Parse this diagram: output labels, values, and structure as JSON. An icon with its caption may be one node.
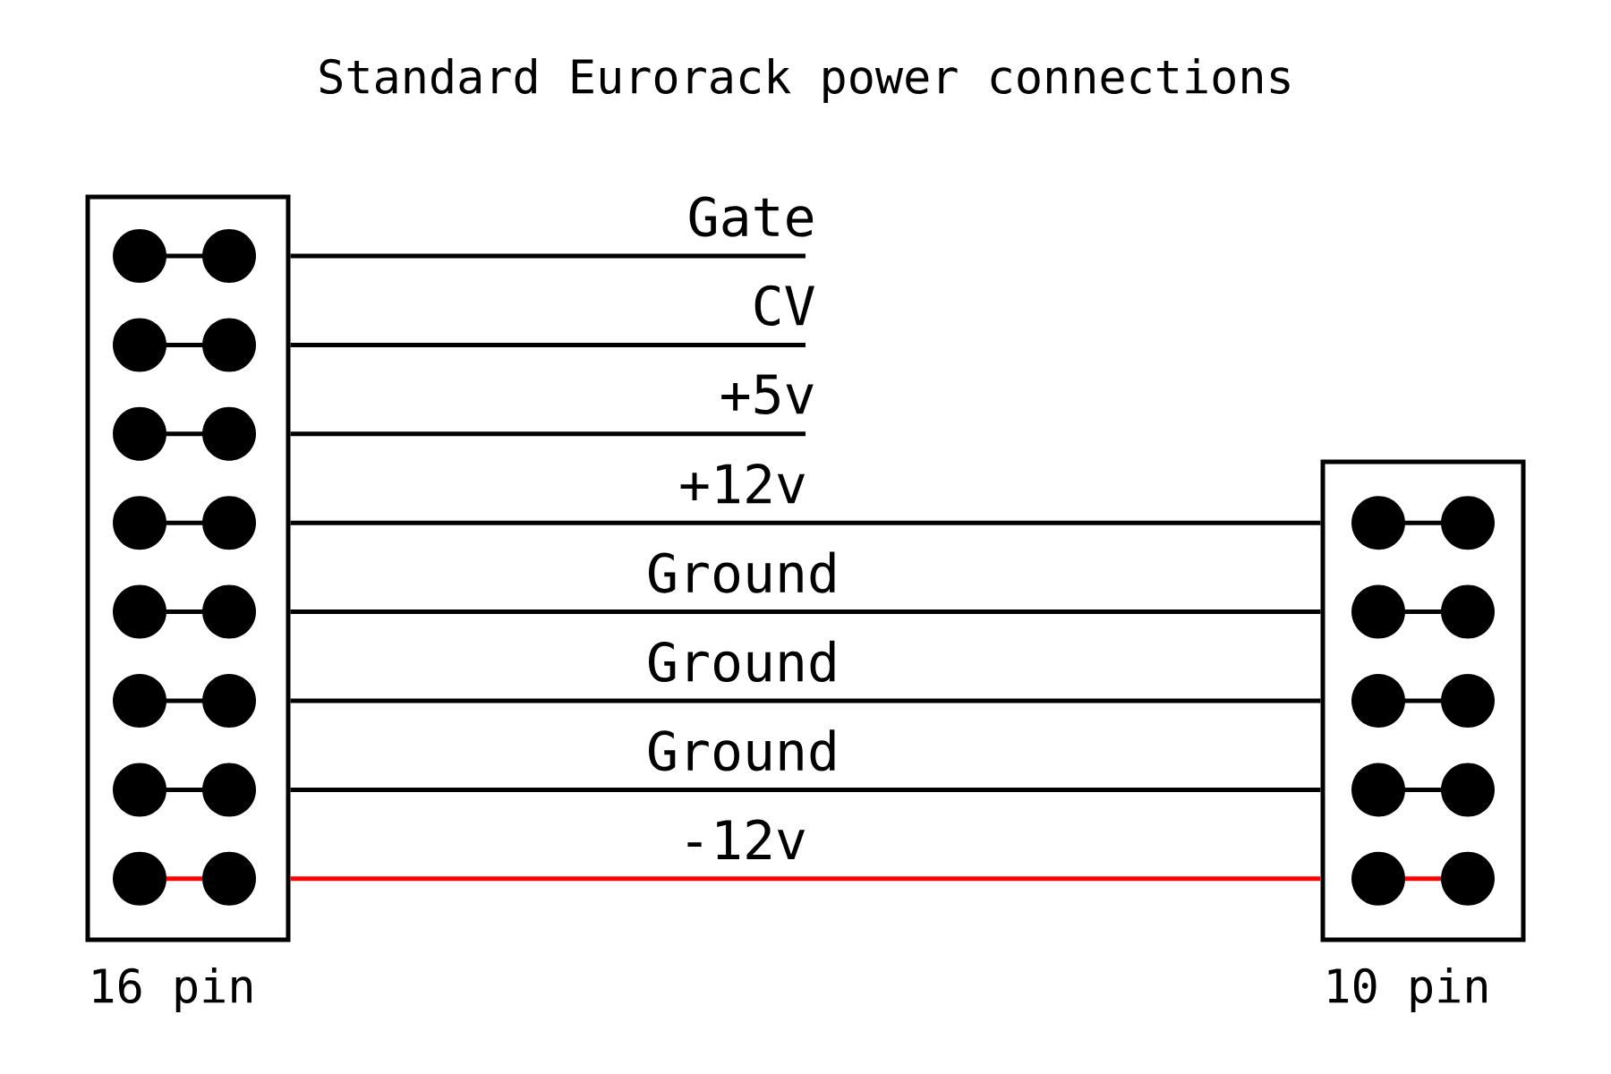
{
  "diagram": {
    "title": "Standard Eurorack power connections",
    "nodes": [
      {
        "text": [],
        "shape": "box",
        "beside": [
          "16 pin"
        ]
      },
      {
        "text": [],
        "shape": "box",
        "beside": [
          "10 pin"
        ]
      }
    ],
    "edges": [
      {
        "from": 0,
        "to": null,
        "arrow": "none",
        "label": "Gate"
      },
      {
        "from": 0,
        "to": null,
        "arrow": "none",
        "label": "CV"
      },
      {
        "from": 0,
        "to": null,
        "arrow": "none",
        "label": "+5v"
      },
      {
        "from": 0,
        "to": 1,
        "arrow": "none",
        "label": "+12v"
      },
      {
        "from": 0,
        "to": 1,
        "arrow": "none",
        "label": "Ground"
      },
      {
        "from": 0,
        "to": 1,
        "arrow": "none",
        "label": "Ground"
      },
      {
        "from": 0,
        "to": 1,
        "arrow": "none",
        "label": "Ground"
      },
      {
        "from": 0,
        "to": 1,
        "arrow": "none",
        "label": "-12v",
        "color": "#ff0000"
      }
    ]
  }
}
